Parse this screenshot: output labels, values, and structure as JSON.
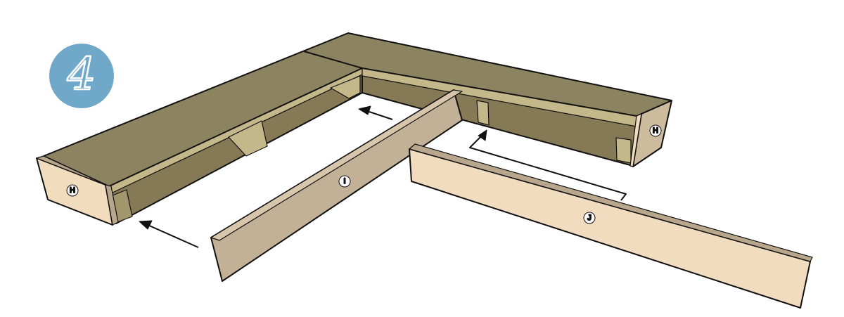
{
  "step": {
    "number": "4",
    "badge_color": "#6fa8c9"
  },
  "parts": {
    "left_end_label": "H",
    "right_end_label": "H",
    "board_i_label": "I",
    "board_j_label": "J"
  },
  "colors": {
    "top": "#8c8360",
    "inner": "#857a55",
    "cleat": "#c4b789",
    "end_face": "#f1dcbe",
    "board_i": "#c2b097",
    "board_j": "#f2dcc0",
    "edge": "#b8a78d"
  }
}
